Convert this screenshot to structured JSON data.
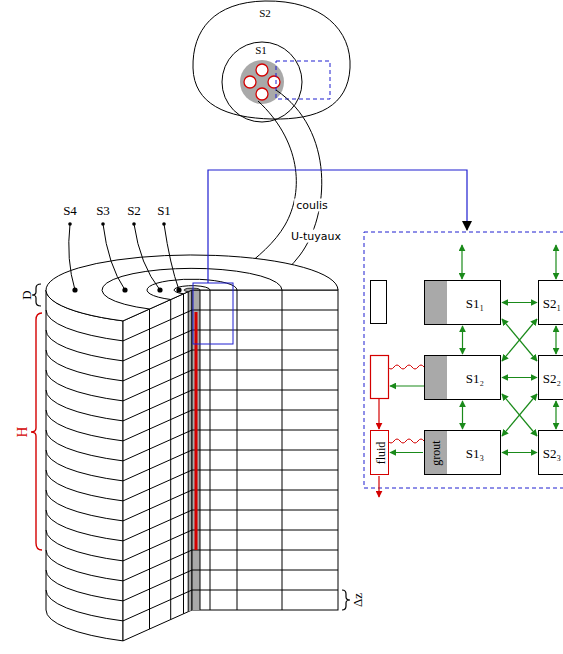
{
  "diagram": {
    "nodes": [
      {
        "text": [
          "S1₁"
        ]
      },
      {
        "text": [
          "S1₂"
        ]
      },
      {
        "text": [
          "grout",
          "S1₃"
        ]
      },
      {
        "text": [
          "S2₁"
        ]
      },
      {
        "text": [
          "S2₂"
        ]
      },
      {
        "text": [
          "S2₃"
        ]
      },
      {
        "text": [
          "fluid"
        ]
      }
    ],
    "edges": [
      {
        "from": 0,
        "to": 1,
        "arrow": "both"
      },
      {
        "from": 1,
        "to": 2,
        "arrow": "both"
      },
      {
        "from": 3,
        "to": 4,
        "arrow": "both"
      },
      {
        "from": 4,
        "to": 5,
        "arrow": "both"
      },
      {
        "from": 0,
        "to": 3,
        "arrow": "both"
      },
      {
        "from": 1,
        "to": 4,
        "arrow": "both"
      },
      {
        "from": 2,
        "to": 5,
        "arrow": "both"
      },
      {
        "from": 0,
        "to": 4,
        "arrow": "both"
      },
      {
        "from": 3,
        "to": 1,
        "arrow": "both"
      },
      {
        "from": 1,
        "to": 5,
        "arrow": "both"
      },
      {
        "from": 4,
        "to": 2,
        "arrow": "both"
      },
      {
        "from": 2,
        "to": 6,
        "arrow": "to"
      }
    ],
    "labels": [
      "S2",
      "S1",
      "coulis",
      "U-tuyaux",
      "S4",
      "S3",
      "S2",
      "S1",
      "D",
      "H",
      "Δz"
    ]
  }
}
